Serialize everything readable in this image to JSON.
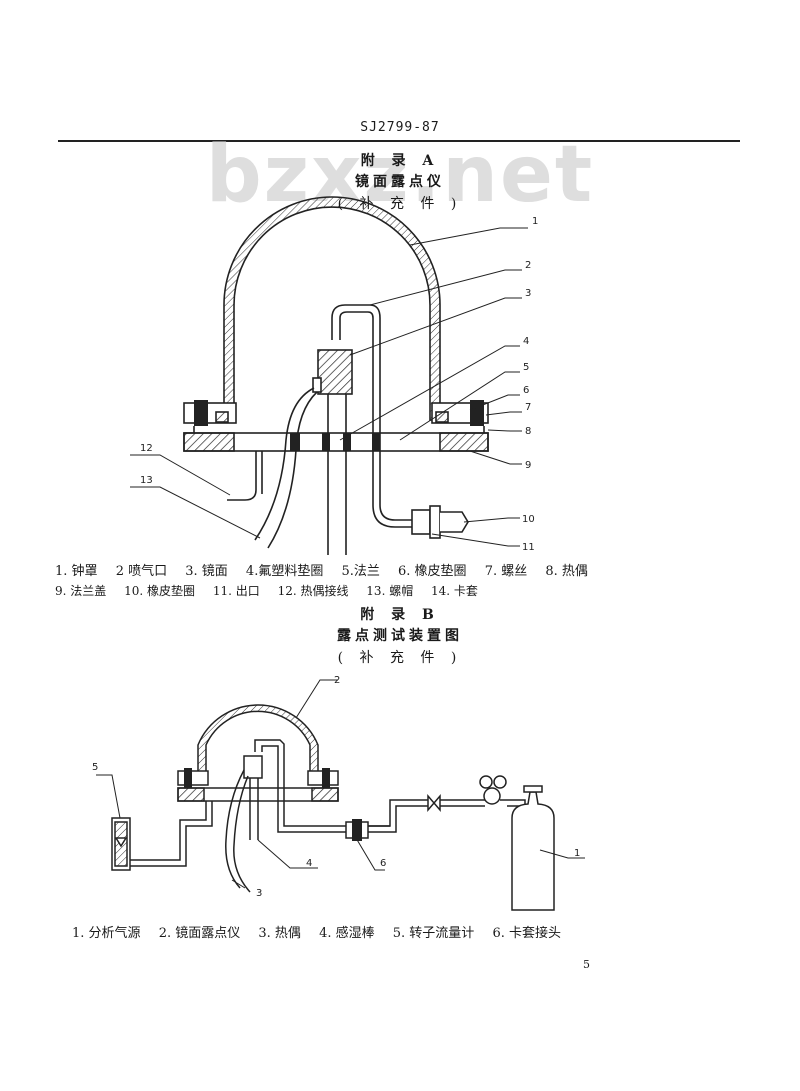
{
  "header": {
    "standard_code": "SJ2799-87",
    "watermark": "bzxz.net"
  },
  "appendix_a": {
    "label": "附 录 A",
    "title": "镜面露点仪",
    "note": "( 补 充 件 )",
    "callouts": [
      "1",
      "2",
      "3",
      "4",
      "5",
      "6",
      "7",
      "8",
      "9",
      "10",
      "11",
      "12",
      "13"
    ],
    "legend_line1": [
      "1. 钟罩",
      "2 喷气口",
      "3. 镜面",
      "4.氟塑料垫圈",
      "5.法兰",
      "6. 橡皮垫圈",
      "7. 螺丝",
      "8. 热偶"
    ],
    "legend_line2": [
      "9. 法兰盖",
      "10. 橡皮垫圈",
      "11. 出口",
      "12. 热偶接线",
      "13. 螺帽",
      "14. 卡套"
    ]
  },
  "appendix_b": {
    "label": "附 录 B",
    "title": "露点测试装置图",
    "note": "( 补 充 件 )",
    "callouts": [
      "2",
      "5",
      "3",
      "4",
      "6",
      "1"
    ],
    "legend": [
      "1. 分析气源",
      "2. 镜面露点仪",
      "3. 热偶",
      "4. 感湿棒",
      "5. 转子流量计",
      "6. 卡套接头"
    ]
  },
  "footer": {
    "page_number": "5"
  }
}
